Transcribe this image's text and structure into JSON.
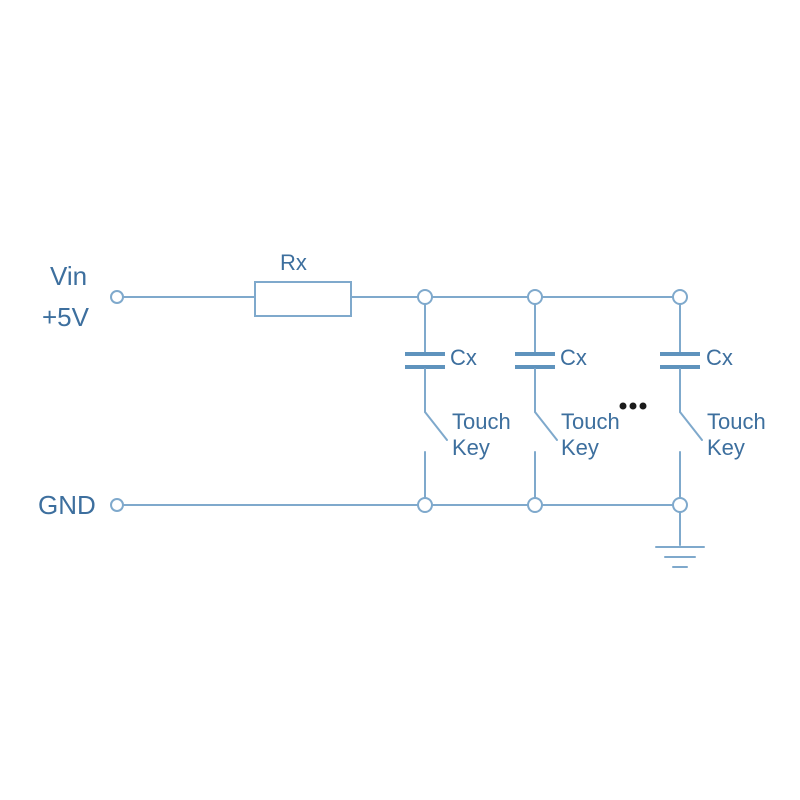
{
  "terminals": {
    "vin_label": "Vin",
    "voltage_label": "+5V",
    "gnd_label": "GND"
  },
  "resistor": {
    "label": "Rx"
  },
  "branches": [
    {
      "cap_label": "Cx",
      "key_line1": "Touch",
      "key_line2": "Key"
    },
    {
      "cap_label": "Cx",
      "key_line1": "Touch",
      "key_line2": "Key"
    },
    {
      "cap_label": "Cx",
      "key_line1": "Touch",
      "key_line2": "Key"
    }
  ],
  "colors": {
    "wire": "#7fa9cc",
    "text": "#3d6f9e",
    "ellipsis": "#1b1b1b"
  }
}
